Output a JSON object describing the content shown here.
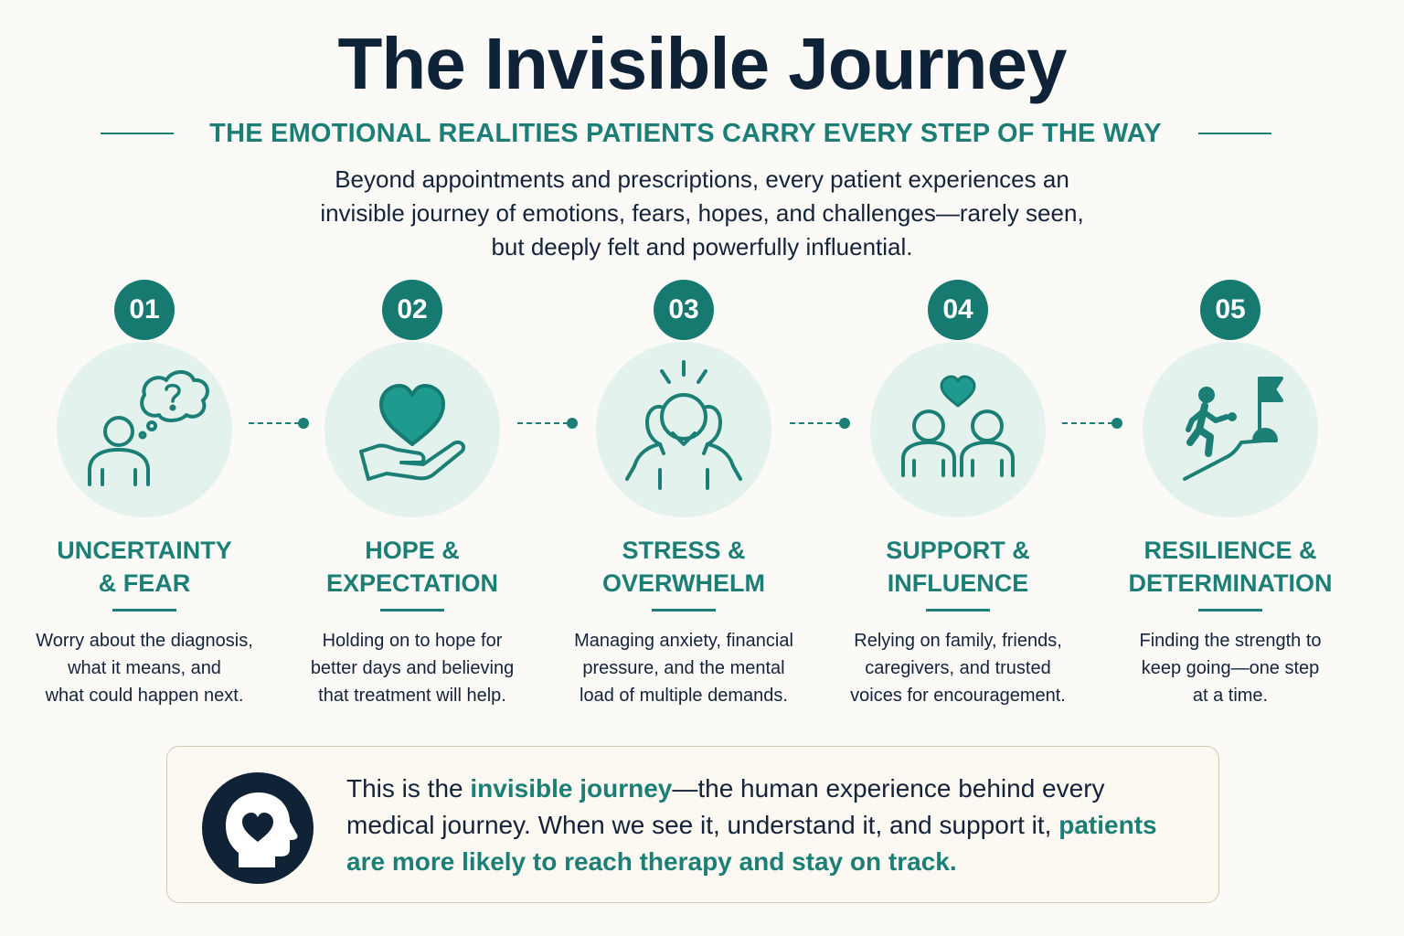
{
  "title": "The Invisible Journey",
  "subtitle": "THE EMOTIONAL REALITIES PATIENTS CARRY EVERY STEP OF THE WAY",
  "intro": {
    "line1": "Beyond appointments and prescriptions, every patient experiences an",
    "line2": "invisible journey of emotions, fears, hopes, and challenges—rarely seen,",
    "line3": "but deeply felt and powerfully influential."
  },
  "steps": [
    {
      "number": "01",
      "icon": "thinking-person-icon",
      "title_line1": "UNCERTAINTY",
      "title_line2": "& FEAR",
      "desc_line1": "Worry about the diagnosis,",
      "desc_line2": "what it means, and",
      "desc_line3": "what could happen next."
    },
    {
      "number": "02",
      "icon": "heart-in-hand-icon",
      "title_line1": "HOPE &",
      "title_line2": "EXPECTATION",
      "desc_line1": "Holding on to hope for",
      "desc_line2": "better days and believing",
      "desc_line3": "that treatment will help."
    },
    {
      "number": "03",
      "icon": "stressed-person-icon",
      "title_line1": "STRESS &",
      "title_line2": "OVERWHELM",
      "desc_line1": "Managing anxiety, financial",
      "desc_line2": "pressure, and the mental",
      "desc_line3": "load of multiple demands."
    },
    {
      "number": "04",
      "icon": "two-people-heart-icon",
      "title_line1": "SUPPORT &",
      "title_line2": "INFLUENCE",
      "desc_line1": "Relying on family, friends,",
      "desc_line2": "caregivers, and trusted",
      "desc_line3": "voices for encouragement."
    },
    {
      "number": "05",
      "icon": "climber-flag-icon",
      "title_line1": "RESILIENCE &",
      "title_line2": "DETERMINATION",
      "desc_line1": "Finding the strength to",
      "desc_line2": "keep going—one step",
      "desc_line3": "at a time."
    }
  ],
  "callout": {
    "icon": "head-with-heart-icon",
    "part1": "This is the ",
    "highlight1": "invisible journey",
    "part2": "—the human experience behind every medical journey. When we see it, understand it, and support it, ",
    "highlight2": "patients are more likely to reach therapy and stay on track."
  },
  "colors": {
    "teal": "#1c7f76",
    "badge": "#177a71",
    "navy": "#0e2238",
    "circle": "#e4f2ee"
  }
}
